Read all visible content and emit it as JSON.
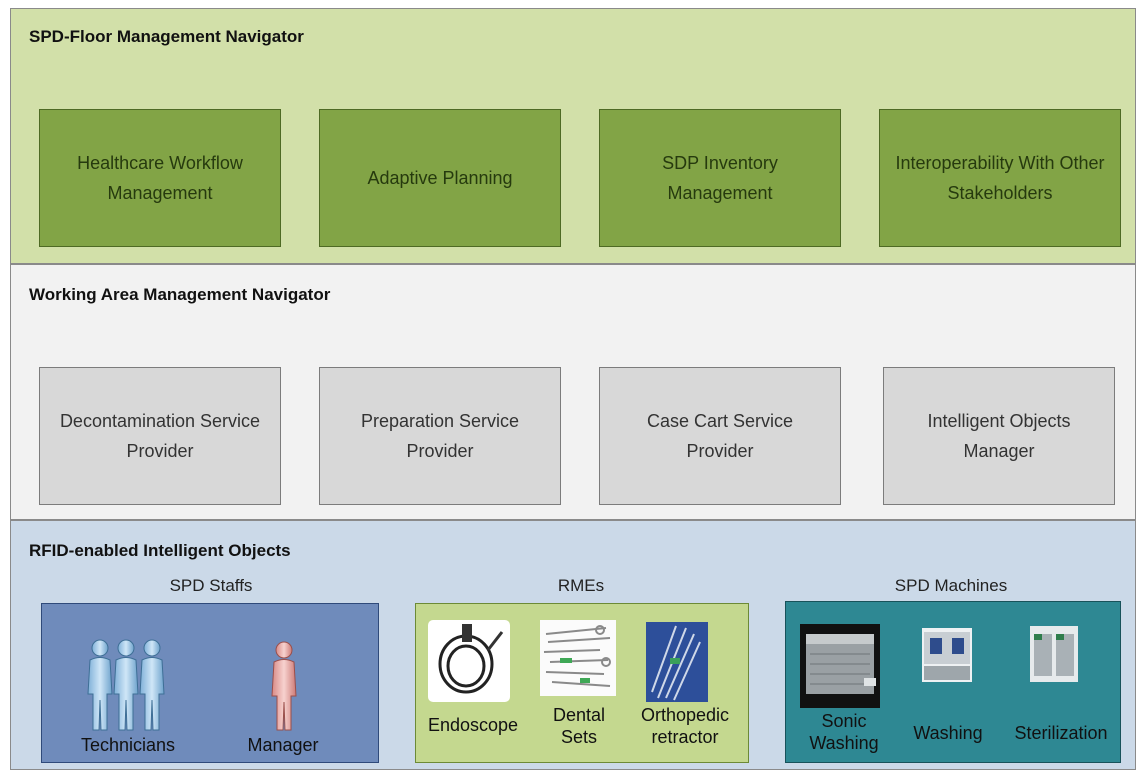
{
  "layers": [
    {
      "title": "SPD-Floor Management Navigator",
      "boxes": [
        {
          "label": "Healthcare Workflow Management"
        },
        {
          "label": "Adaptive Planning"
        },
        {
          "label": "SDP Inventory Management"
        },
        {
          "label": "Interoperability With Other Stakeholders"
        }
      ]
    },
    {
      "title": "Working Area Management Navigator",
      "boxes": [
        {
          "label": "Decontamination Service Provider"
        },
        {
          "label": "Preparation Service Provider"
        },
        {
          "label": "Case Cart  Service Provider"
        },
        {
          "label": "Intelligent Objects Manager"
        }
      ]
    },
    {
      "title": "RFID-enabled Intelligent Objects",
      "groups": [
        {
          "label": "SPD Staffs",
          "items": [
            {
              "label": "Technicians"
            },
            {
              "label": "Manager"
            }
          ]
        },
        {
          "label": "RMEs",
          "items": [
            {
              "label": "Endoscope"
            },
            {
              "label": "Dental Sets"
            },
            {
              "label": "Orthopedic retractor"
            }
          ]
        },
        {
          "label": "SPD Machines",
          "items": [
            {
              "label": "Sonic Washing"
            },
            {
              "label": "Washing"
            },
            {
              "label": "Sterilization"
            }
          ]
        }
      ]
    }
  ],
  "colors": {
    "layer1_bg": "#d2e0a9",
    "layer2_bg": "#f2f2f2",
    "layer3_bg": "#cbd9e8",
    "green_box": "#82a446",
    "gray_box": "#d8d8d8",
    "staff_panel": "#6f8bbb",
    "rme_panel": "#c4d88f",
    "machine_panel": "#2e8893"
  },
  "icons": {
    "technicians": "people-group-icon",
    "manager": "person-icon",
    "endoscope": "endoscope-image",
    "dental_sets": "dental-instruments-image",
    "orthopedic_retractor": "retractor-image",
    "sonic_washing": "sonic-washer-image",
    "washing": "washer-machine-image",
    "sterilization": "sterilizer-image"
  }
}
